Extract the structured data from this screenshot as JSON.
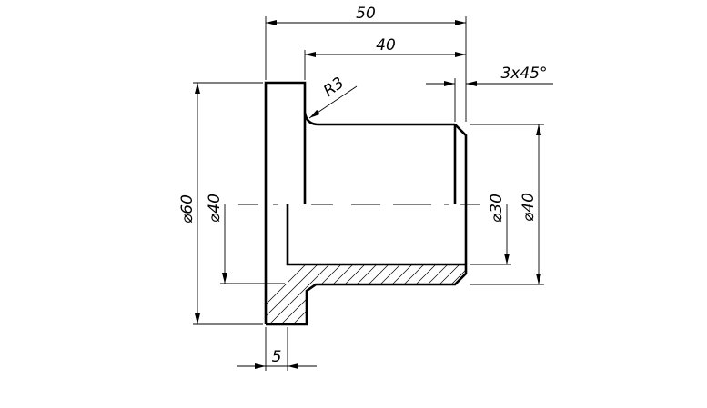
{
  "drawing": {
    "dimensions": {
      "overall_length": "50",
      "shank_length": "40",
      "chamfer": "3x45°",
      "fillet_radius": "R3",
      "flange_diameter": "⌀60",
      "bore_diameter": "⌀40",
      "inner_diameter": "⌀30",
      "outer_diameter": "⌀40",
      "flange_thickness": "5"
    }
  }
}
